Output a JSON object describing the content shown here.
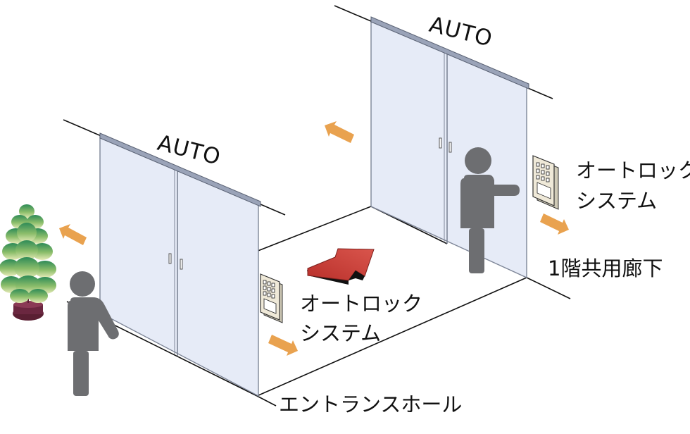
{
  "labels": {
    "auto_front": "AUTO",
    "auto_back": "AUTO",
    "autolock_front_line1": "オートロック",
    "autolock_front_line2": "システム",
    "autolock_back_line1": "オートロック",
    "autolock_back_line2": "システム",
    "corridor": "1階共用廊下",
    "entrance_hall": "エントランスホール"
  },
  "colors": {
    "glass": "#e6ebf7",
    "glass_edge": "#7d8597",
    "floor_line": "#111111",
    "person": "#6d6e71",
    "arrow_small": "#e9a24f",
    "arrow_main": "#c8413b",
    "panel": "#efe9d8",
    "plant_top": "#2e8b57",
    "plant_bottom": "#e3e8b5",
    "pot": "#5a1f33"
  },
  "icons": {
    "plant": "plant-icon",
    "person": "person-icon",
    "keypad": "keypad-icon",
    "direction": "direction-arrow-icon"
  }
}
